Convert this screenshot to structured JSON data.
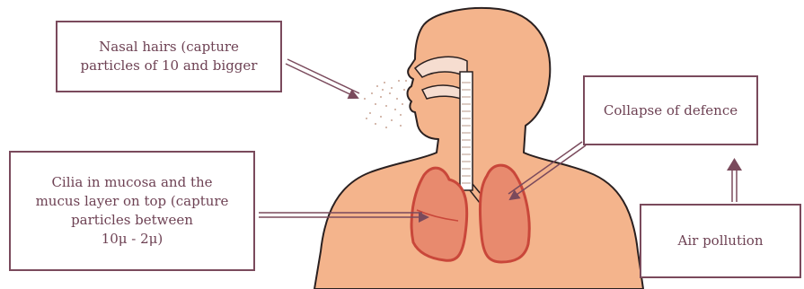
{
  "labels": {
    "nasal_hairs": "Nasal hairs (capture\nparticles of 10  and bigger",
    "cilia": "Cilia in mucosa and the\nmucus layer on top (capture\nparticles between\n10μ - 2μ)",
    "collapse": "Collapse of defence",
    "air_pollution": "Air pollution"
  },
  "colors": {
    "skin": "#f4b48c",
    "skin_outline": "#2a2020",
    "lung_fill": "#e88a6e",
    "lung_edge": "#c9473a",
    "box_border": "#7a4a5c",
    "text": "#6e4254",
    "arrow": "#7a4a5c",
    "particles": "#c8a594"
  }
}
